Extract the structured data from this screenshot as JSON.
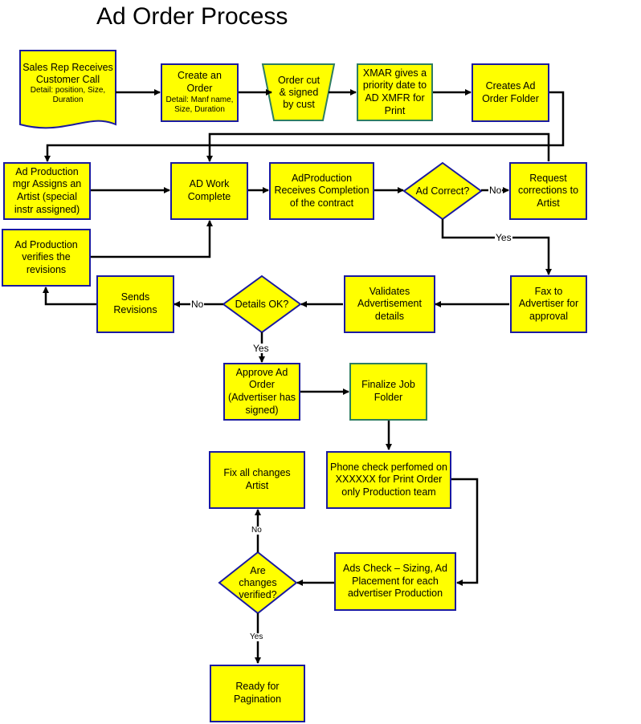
{
  "title": "Ad Order Process",
  "nodes": {
    "sales_rep": {
      "text": "Sales Rep Receives Customer Call",
      "detail": "Detail: position, Size, Duration"
    },
    "create_order": {
      "text": "Create an Order",
      "detail": "Detail: Manf name, Size, Duration"
    },
    "order_cut": {
      "text": "Order cut & signed by cust"
    },
    "xmar": {
      "text": "XMAR gives a priority date to AD XMFR for Print"
    },
    "creates_folder": {
      "text": "Creates Ad Order Folder"
    },
    "prod_mgr": {
      "text": "Ad Production mgr Assigns an Artist (special instr assigned)"
    },
    "work_complete": {
      "text": "AD Work Complete"
    },
    "receives_completion": {
      "text": "AdProduction Receives Completion of the contract"
    },
    "ad_correct": {
      "text": "Ad Correct?"
    },
    "request_corrections": {
      "text": "Request corrections to Artist"
    },
    "verifies_revisions": {
      "text": "Ad Production verifies the revisions"
    },
    "sends_revisions": {
      "text": "Sends Revisions"
    },
    "details_ok": {
      "text": "Details OK?"
    },
    "validates": {
      "text": "Validates Advertisement details"
    },
    "fax": {
      "text": "Fax to Advertiser for approval"
    },
    "approve": {
      "text": "Approve Ad Order (Advertiser has signed)"
    },
    "finalize": {
      "text": "Finalize Job Folder"
    },
    "fix_changes": {
      "text": "Fix all changes Artist"
    },
    "phone_check": {
      "text": "Phone check perfomed on XXXXXX for Print Order only Production team"
    },
    "ads_check": {
      "text": "Ads Check – Sizing, Ad Placement for each advertiser Production"
    },
    "changes_verified": {
      "text": "Are changes verified?"
    },
    "ready": {
      "text": "Ready for Pagination"
    }
  },
  "edge_labels": {
    "no_ad_correct": "No",
    "yes_ad_correct": "Yes",
    "no_details": "No",
    "yes_details": "Yes",
    "no_changes": "No",
    "yes_changes": "Yes"
  },
  "colors": {
    "fill": "#ffff00",
    "border": "#1a1aa0",
    "green_border": "#2e7d62",
    "line": "#000000"
  }
}
